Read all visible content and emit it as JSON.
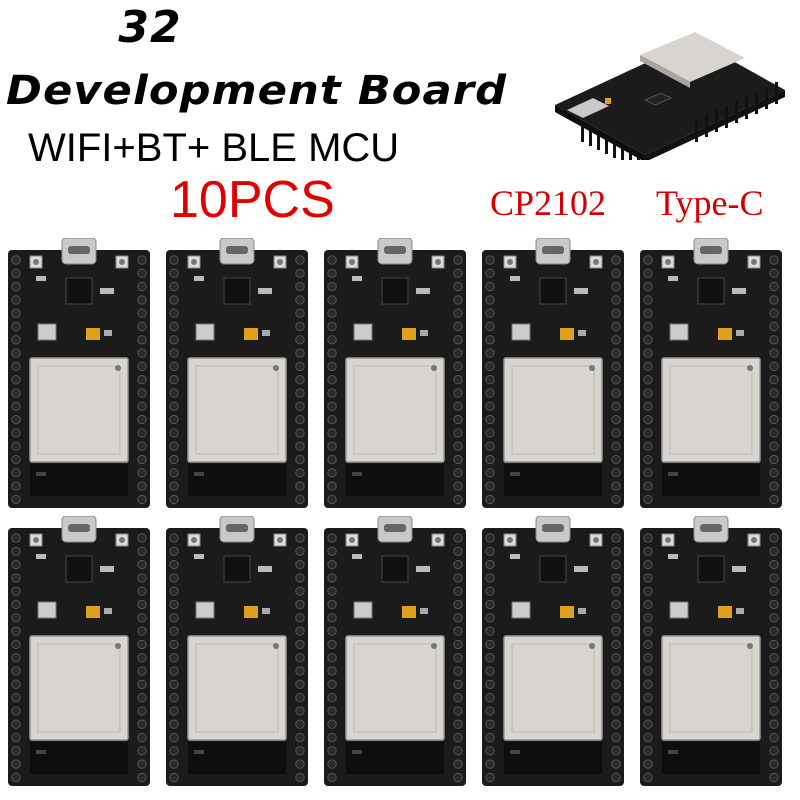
{
  "header": {
    "model": "32",
    "product": "Development Board",
    "features": "WIFI+BT+ BLE MCU",
    "quantity": "10PCS",
    "chip": "CP2102",
    "connector": "Type-C"
  },
  "colors": {
    "title": "#000000",
    "accent_red": "#e00000",
    "pcb": "#1b1b1b",
    "module_shield": "#d8d4cf",
    "usb_port": "#c9c9c9",
    "capacitor": "#e0a11a"
  },
  "boards": {
    "rows": 2,
    "columns": 5,
    "count": 10
  }
}
